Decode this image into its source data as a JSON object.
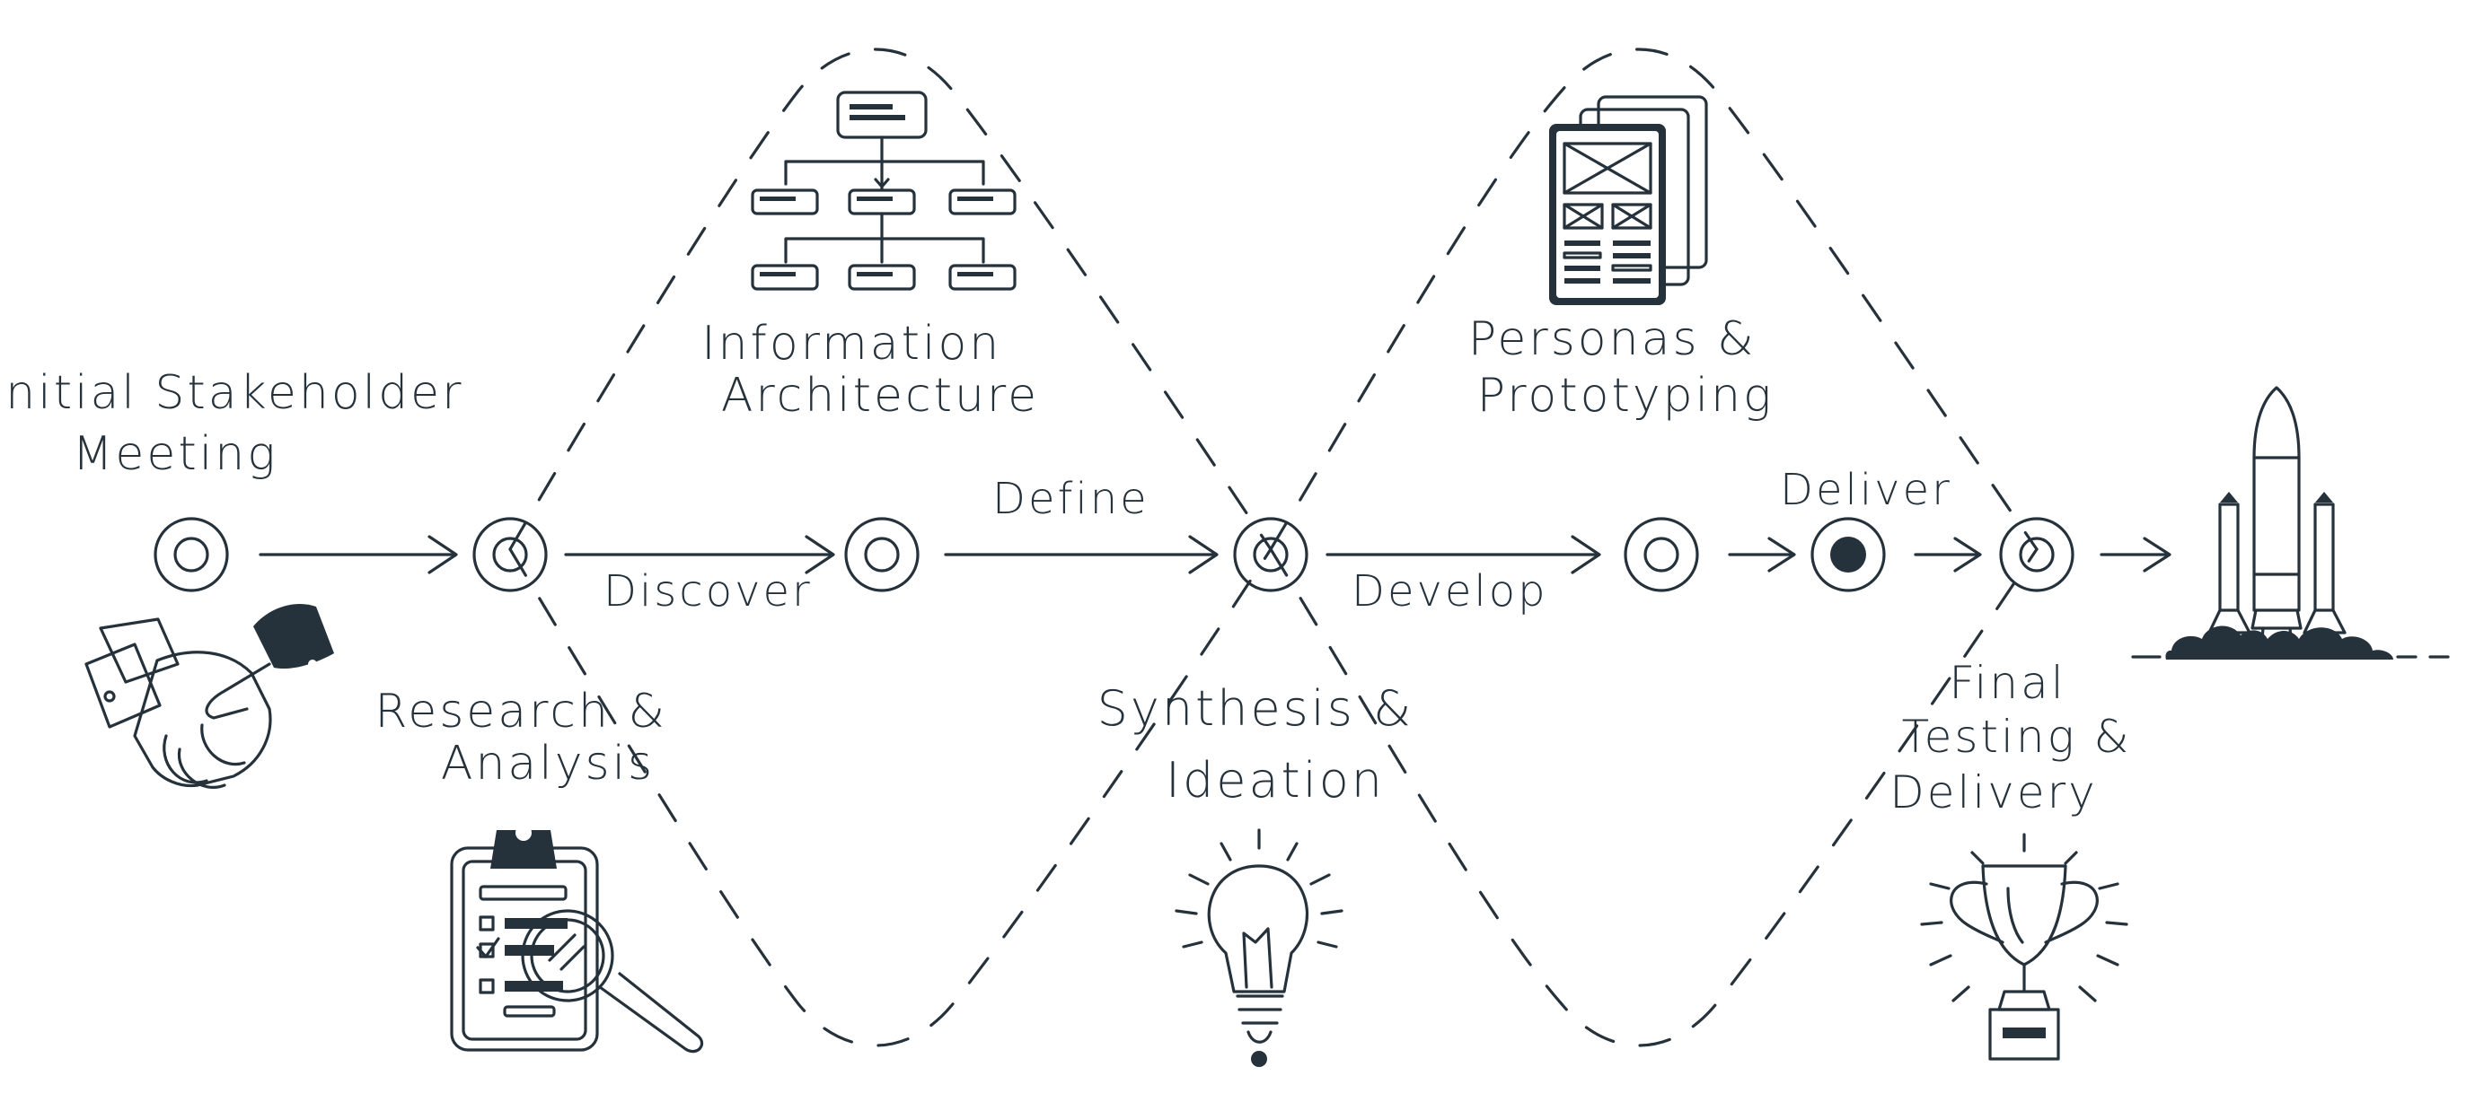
{
  "colors": {
    "ink": "#25313b",
    "background": "#ffffff"
  },
  "labels": {
    "stakeholder": [
      "Initial Stakeholder",
      "Meeting"
    ],
    "research": [
      "Research &",
      "Analysis"
    ],
    "ia": [
      "Information",
      "Architecture"
    ],
    "synthesis": [
      "Synthesis &",
      "Ideation"
    ],
    "personas": [
      "Personas &",
      "Prototyping"
    ],
    "final": [
      "Final",
      "Testing &",
      "Delivery"
    ]
  },
  "phases": {
    "discover": "Discover",
    "define": "Define",
    "develop": "Develop",
    "deliver": "Deliver"
  },
  "icons": [
    "handshake-icon",
    "clipboard-magnifier-icon",
    "sitemap-icon",
    "lightbulb-icon",
    "wireframe-pages-icon",
    "trophy-icon",
    "rocket-icon"
  ]
}
